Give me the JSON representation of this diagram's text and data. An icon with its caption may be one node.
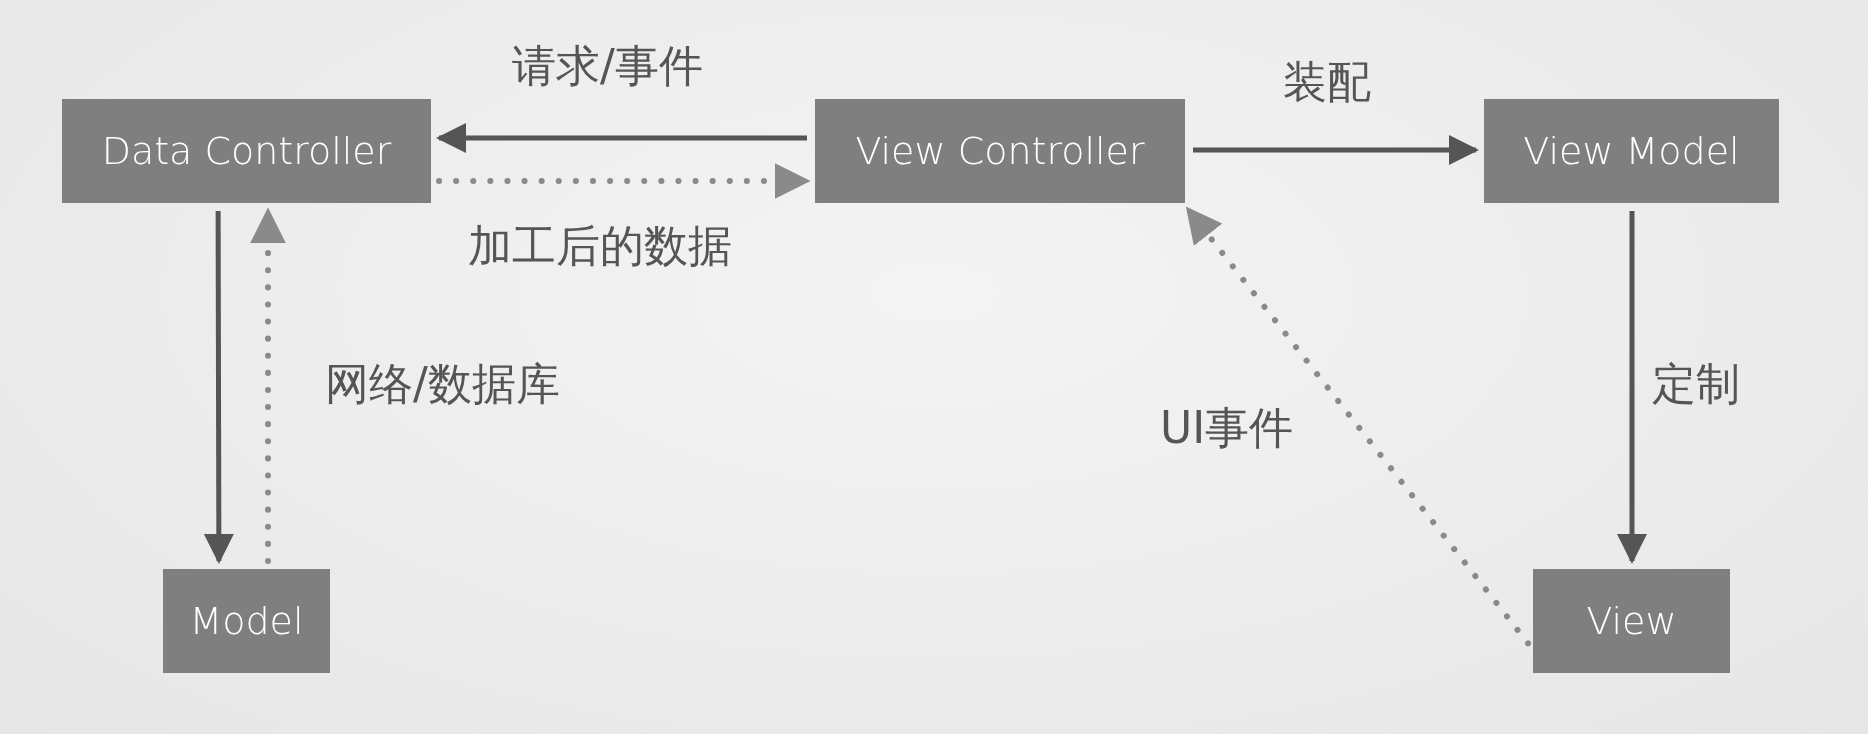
{
  "diagram": {
    "nodes": [
      {
        "text": [
          "Data Controller"
        ]
      },
      {
        "text": [
          "View Controller"
        ]
      },
      {
        "text": [
          "View Model"
        ]
      },
      {
        "text": [
          "Model"
        ]
      },
      {
        "text": [
          "View"
        ]
      }
    ],
    "edges": [
      {
        "from": 1,
        "to": 0,
        "arrow": "to",
        "label": "请求/事件"
      },
      {
        "from": 0,
        "to": 1,
        "arrow": "to",
        "label": "加工后的数据",
        "style": "dashed",
        "color": "#8a8a8a"
      },
      {
        "from": 1,
        "to": 2,
        "arrow": "to",
        "label": "装配"
      },
      {
        "from": 0,
        "to": 3,
        "arrow": "to"
      },
      {
        "from": 3,
        "to": 0,
        "arrow": "to",
        "label": "网络/数据库",
        "style": "dashed",
        "color": "#8a8a8a"
      },
      {
        "from": 2,
        "to": 4,
        "arrow": "to",
        "label": "定制"
      },
      {
        "from": 4,
        "to": 1,
        "arrow": "to",
        "label": "UI事件",
        "style": "dashed",
        "color": "#8a8a8a"
      }
    ]
  }
}
